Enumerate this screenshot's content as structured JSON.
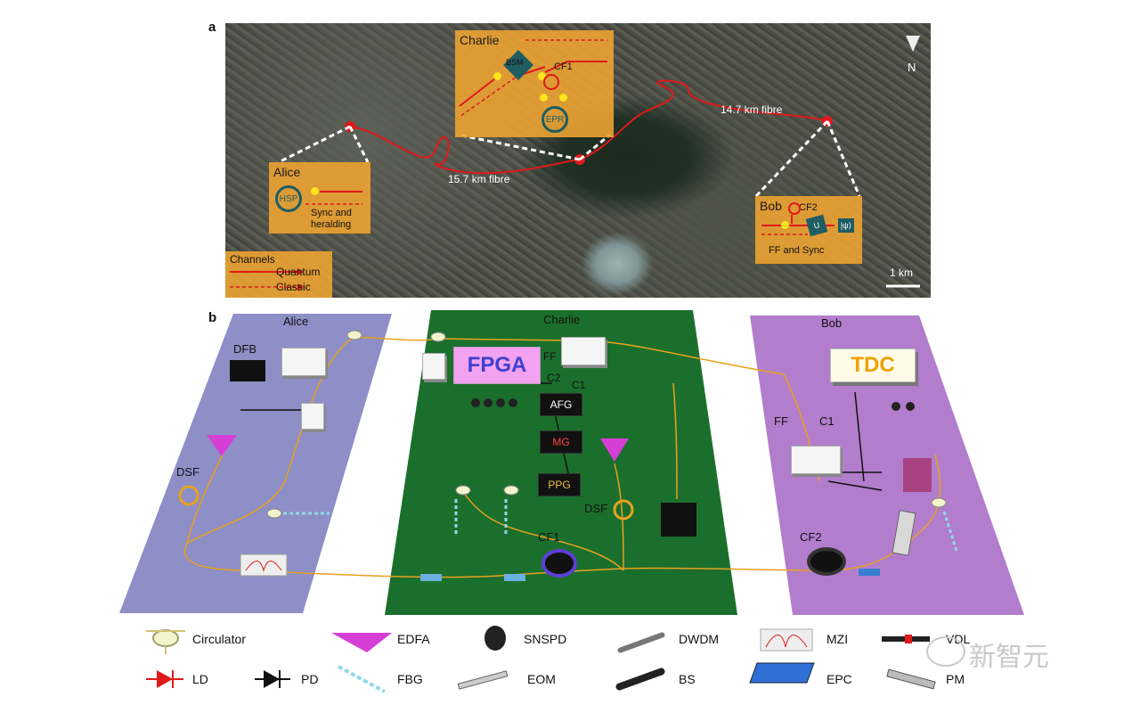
{
  "panels": {
    "a": "a",
    "b": "b"
  },
  "map": {
    "charlie": {
      "title": "Charlie",
      "bsm": "BSM",
      "cf1": "CF1",
      "epr": "EPR"
    },
    "alice": {
      "title": "Alice",
      "hsp": "HSP",
      "sync": "Sync and",
      "heralding": "heralding"
    },
    "bob": {
      "title": "Bob",
      "cf2": "CF2",
      "u": "U",
      "psi": "|ψ⟩",
      "ff": "FF and Sync"
    },
    "fibre_left": "15.7 km fibre",
    "fibre_right": "14.7 km fibre",
    "north": "N",
    "scale": "1 km",
    "channels": {
      "title": "Channels",
      "quantum": "Quantum",
      "classic": "Classic"
    },
    "colors": {
      "orange_box": "#f0a532",
      "fibre": "#e0191a",
      "teal": "#1d5d61",
      "yellow": "#ffe51a"
    }
  },
  "setup": {
    "alice": {
      "title": "Alice",
      "dfb": "DFB",
      "dsf": "DSF",
      "color": "#8e8fc6"
    },
    "charlie": {
      "title": "Charlie",
      "fpga": "FPGA",
      "afg": "AFG",
      "mg": "MG",
      "ppg": "PPG",
      "dsf": "DSF",
      "cf1": "CF1",
      "ff": "FF",
      "c2": "C2",
      "c1": "C1",
      "color": "#1b6f2c"
    },
    "bob": {
      "title": "Bob",
      "tdc": "TDC",
      "ff": "FF",
      "c1": "C1",
      "cf2": "CF2",
      "color": "#b27dcc"
    }
  },
  "legend": [
    {
      "label": "Circulator",
      "icon": "circulator-icon"
    },
    {
      "label": "EDFA",
      "icon": "edfa-icon"
    },
    {
      "label": "SNSPD",
      "icon": "snspd-icon"
    },
    {
      "label": "DWDM",
      "icon": "dwdm-icon"
    },
    {
      "label": "MZI",
      "icon": "mzi-icon"
    },
    {
      "label": "VDL",
      "icon": "vdl-icon"
    },
    {
      "label": "LD",
      "icon": "ld-icon"
    },
    {
      "label": "PD",
      "icon": "pd-icon"
    },
    {
      "label": "FBG",
      "icon": "fbg-icon"
    },
    {
      "label": "EOM",
      "icon": "eom-icon"
    },
    {
      "label": "BS",
      "icon": "bs-icon"
    },
    {
      "label": "EPC",
      "icon": "epc-icon"
    },
    {
      "label": "PM",
      "icon": "pm-icon"
    }
  ],
  "watermark": "新智元"
}
